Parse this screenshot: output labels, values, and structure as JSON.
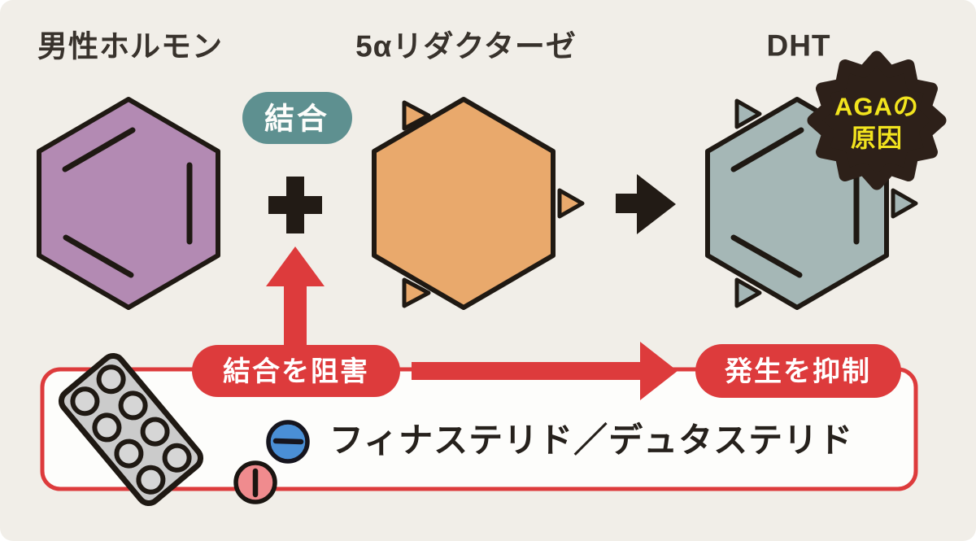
{
  "diagram": {
    "top_labels": {
      "male_hormone": "男性ホルモン",
      "reductase": "5αリダクターゼ",
      "dht": "DHT"
    },
    "binding_badge": "結合",
    "aga_badge": {
      "line1": "AGAの",
      "line2": "原因"
    },
    "inhibit_badge": "結合を阻害",
    "suppress_badge": "発生を抑制",
    "drug_names": "フィナステリド／デュタステリド"
  },
  "colors": {
    "background": "#f1eee8",
    "red_accent": "#dd3b3c",
    "teal_badge": "#5e9090",
    "purple_hexagon": "#b38ab3",
    "orange_hexagon": "#e9a96c",
    "grayblue_hexagon": "#a5b7b6",
    "outline_black": "#1f1913",
    "starburst_dark": "#2d2019",
    "starburst_yellow": "#f2e41e",
    "blister_gray": "#cbcbcb",
    "blue_pill": "#4a8fd6",
    "pink_pill": "#f08b8e"
  }
}
